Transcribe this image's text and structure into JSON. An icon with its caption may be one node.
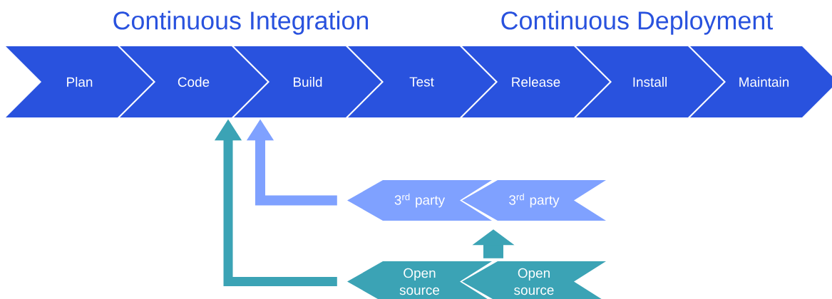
{
  "diagram": {
    "nodes": [
      {
        "text": [
          "Plan"
        ]
      },
      {
        "text": [
          "Code"
        ]
      },
      {
        "text": [
          "Build"
        ]
      },
      {
        "text": [
          "Test"
        ]
      },
      {
        "text": [
          "Release"
        ]
      },
      {
        "text": [
          "Install"
        ]
      },
      {
        "text": [
          "Maintain"
        ]
      },
      {
        "text": [
          "3$^{rd}$ party"
        ]
      },
      {
        "text": [
          "3$^{rd}$ party"
        ]
      },
      {
        "text": [
          "Open source"
        ]
      },
      {
        "text": [
          "Open source"
        ]
      }
    ],
    "edges": [
      {
        "from": 7,
        "to": 2,
        "arrow": "to",
        "color": "#7fa1ff"
      },
      {
        "from": 9,
        "to": 1,
        "arrow": "to",
        "color": "#3ba3b5"
      },
      {
        "from": 10,
        "to": 8,
        "arrow": "to",
        "style": "thick",
        "color": "#3ba3b5"
      }
    ],
    "labels": [
      "Continuous Integration",
      "Continuous Deployment"
    ]
  }
}
